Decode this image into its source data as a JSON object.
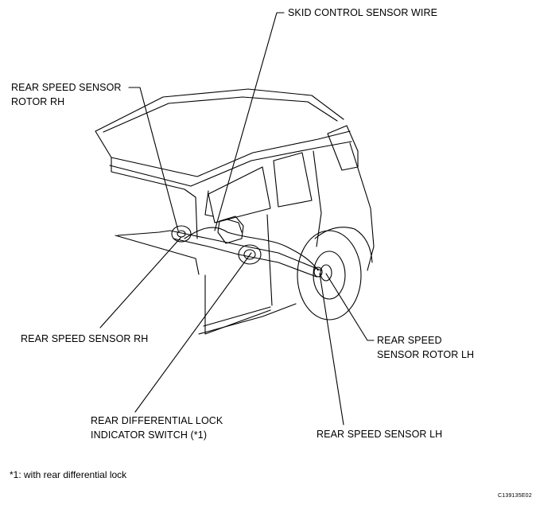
{
  "labels": {
    "skid_wire": "SKID CONTROL SENSOR WIRE",
    "rotor_rh_line1": "REAR SPEED SENSOR",
    "rotor_rh_line2": "ROTOR RH",
    "sensor_rh": "REAR SPEED SENSOR RH",
    "diff_switch_line1": "REAR DIFFERENTIAL LOCK",
    "diff_switch_line2": "INDICATOR SWITCH (*1)",
    "rotor_lh_line1": "REAR SPEED",
    "rotor_lh_line2": "SENSOR ROTOR LH",
    "sensor_lh": "REAR SPEED SENSOR LH"
  },
  "footnote": "*1: with rear differential lock",
  "figure_code": "C139135E02",
  "colors": {
    "ink": "#000000",
    "background": "#ffffff"
  }
}
